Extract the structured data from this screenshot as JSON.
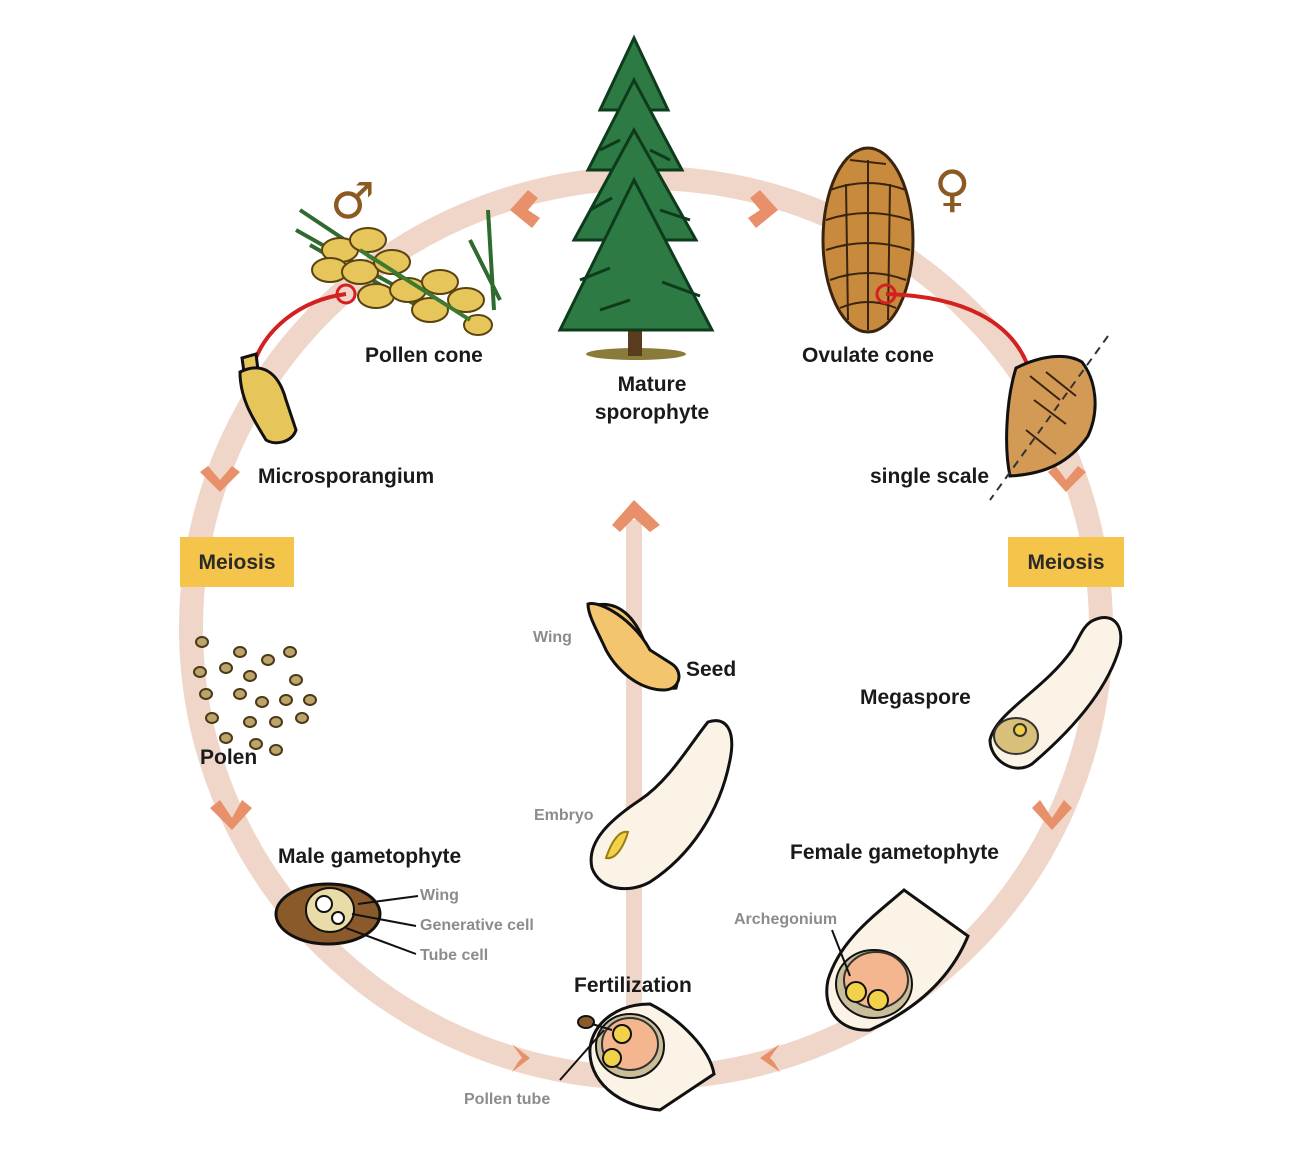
{
  "labels": {
    "pollen_cone": "Pollen cone",
    "mature_1": "Mature",
    "mature_2": "sporophyte",
    "ovulate_cone": "Ovulate cone",
    "microsporangium": "Microsporangium",
    "single_scale": "single scale",
    "meiosis_left": "Meiosis",
    "meiosis_right": "Meiosis",
    "wing_seed": "Wing",
    "seed": "Seed",
    "megaspore": "Megaspore",
    "polen": "Polen",
    "embryo": "Embryo",
    "male_gametophyte": "Male gametophyte",
    "wing_male": "Wing",
    "generative_cell": "Generative cell",
    "tube_cell": "Tube cell",
    "female_gametophyte": "Female gametophyte",
    "archegonium": "Archegonium",
    "fertilization": "Fertilization",
    "pollen_tube": "Pollen tube"
  },
  "symbols": {
    "male": "♂",
    "female": "♀"
  },
  "colors": {
    "cycle": "#f0d6c8",
    "arrow": "#e8906a",
    "meiosis_box": "#f5c44a",
    "pine_green": "#2d7a45",
    "cone_brown": "#c88a3c",
    "pollen_yellow": "#e6c65a",
    "link_red": "#d42020"
  }
}
